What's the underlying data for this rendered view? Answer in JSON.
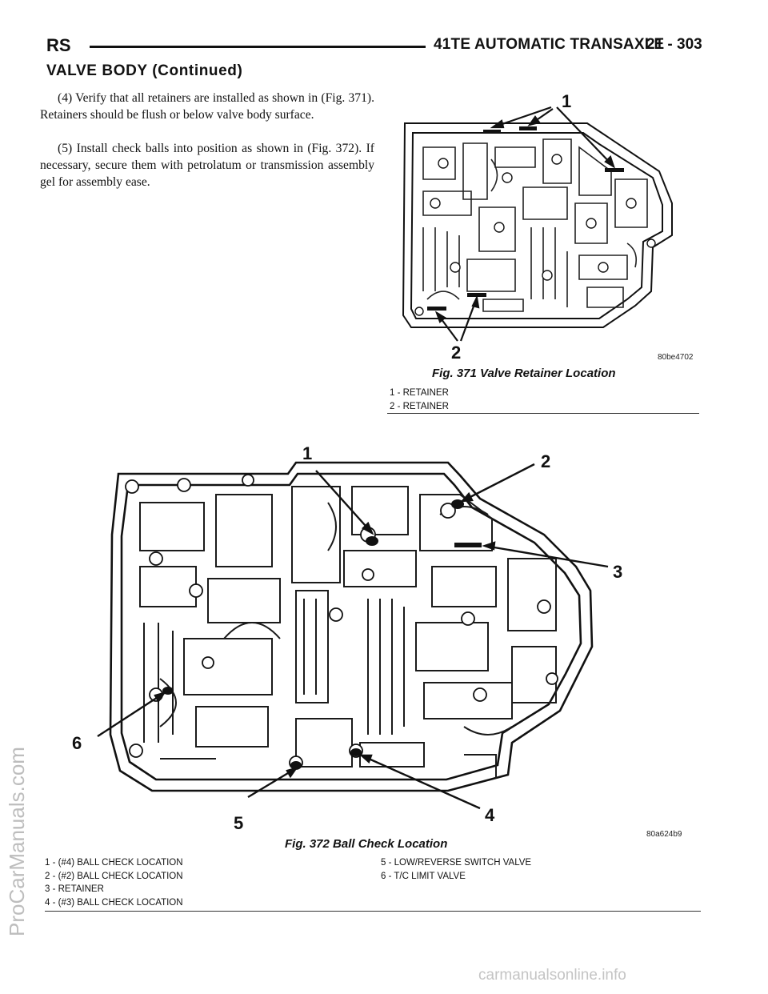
{
  "header": {
    "left": "RS",
    "title": "41TE AUTOMATIC TRANSAXLE",
    "page": "21 - 303"
  },
  "section_title": "VALVE BODY (Continued)",
  "paragraphs": [
    "(4) Verify that all retainers are installed as shown in (Fig. 371). Retainers should be flush or below valve body surface.",
    "(5) Install check balls into position as shown in (Fig. 372). If necessary, secure them with petrolatum or transmission assembly gel for assembly ease."
  ],
  "fig371": {
    "caption": "Fig. 371 Valve Retainer Location",
    "code": "80be4702",
    "callouts": [
      "1",
      "2"
    ],
    "legend": [
      "1 - RETAINER",
      "2 - RETAINER"
    ]
  },
  "fig372": {
    "caption": "Fig. 372 Ball Check Location",
    "code": "80a624b9",
    "callouts": [
      "1",
      "2",
      "3",
      "4",
      "5",
      "6"
    ],
    "legend_left": [
      "1 - (#4) BALL CHECK LOCATION",
      "2 - (#2) BALL CHECK LOCATION",
      "3 - RETAINER",
      "4 - (#3) BALL CHECK LOCATION"
    ],
    "legend_right": [
      "5 - LOW/REVERSE SWITCH VALVE",
      "6 - T/C LIMIT VALVE"
    ]
  },
  "watermarks": {
    "side": "ProCarManuals.com",
    "bottom": "carmanualsonline.info"
  }
}
